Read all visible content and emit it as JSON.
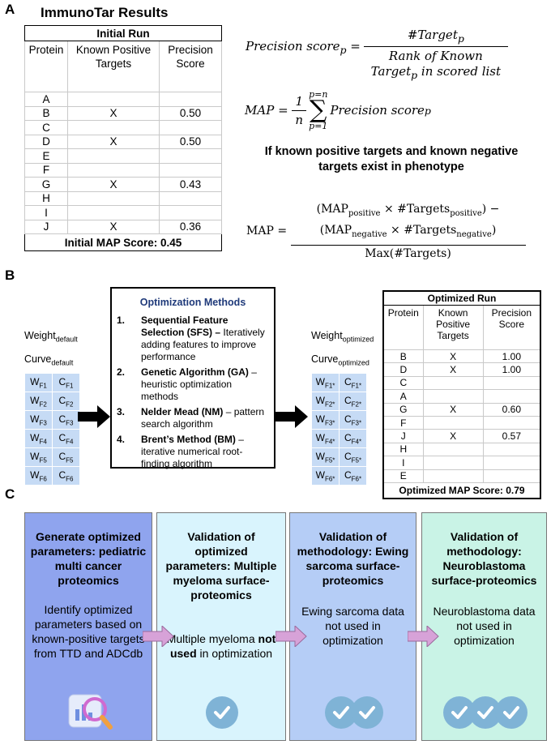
{
  "panel_letters": {
    "a": "A",
    "b": "B",
    "c": "C"
  },
  "panelA": {
    "title": "ImmunoTar Results",
    "table_title": "Initial Run",
    "headers": [
      "Protein",
      "Known Positive Targets",
      "Precision Score"
    ],
    "rows": [
      [
        "A",
        "",
        ""
      ],
      [
        "B",
        "X",
        "0.50"
      ],
      [
        "C",
        "",
        ""
      ],
      [
        "D",
        "X",
        "0.50"
      ],
      [
        "E",
        "",
        ""
      ],
      [
        "F",
        "",
        ""
      ],
      [
        "G",
        "X",
        "0.43"
      ],
      [
        "H",
        "",
        ""
      ],
      [
        "I",
        "",
        ""
      ],
      [
        "J",
        "X",
        "0.36"
      ]
    ],
    "footer": "Initial MAP Score: 0.45",
    "formulas": {
      "precision_lhs": "Precision score",
      "precision_sub": "p",
      "precision_num": "#Target",
      "precision_num_sub": "p",
      "precision_den1": "Rank of Known",
      "precision_den2": "Target",
      "precision_den2_sub": "p",
      "precision_den3": "in scored list",
      "map_lhs": "MAP",
      "map_frac_num": "1",
      "map_frac_den": "n",
      "map_sum_top": "p=n",
      "map_sum_bot": "p=1",
      "map_term": "Precision score",
      "map_term_sub": "p",
      "condition": "If known positive targets and known negative targets exist in phenotype",
      "map2_lhs": "MAP",
      "map2_num_line1": "(MAP",
      "map2_pos_sub": "positive",
      "map2_times1": "× #Targets",
      "map2_pos_sub2": "positive",
      "map2_line1_end": ") −",
      "map2_num_line2": "(MAP",
      "map2_neg_sub": "negative",
      "map2_times2": "× #Targets",
      "map2_neg_sub2": "negative",
      "map2_line2_end": ")",
      "map2_den": "Max(#Targets)"
    }
  },
  "panelB": {
    "weight_default": "Weight",
    "weight_default_sub": "default",
    "curve_default": "Curve",
    "curve_default_sub": "default",
    "weights_default": [
      [
        "W",
        "F1",
        "C",
        "F1"
      ],
      [
        "W",
        "F2",
        "C",
        "F2"
      ],
      [
        "W",
        "F3",
        "C",
        "F3"
      ],
      [
        "W",
        "F4",
        "C",
        "F4"
      ],
      [
        "W",
        "F5",
        "C",
        "F5"
      ],
      [
        "W",
        "F6",
        "C",
        "F6"
      ]
    ],
    "methods_title": "Optimization Methods",
    "methods": [
      {
        "n": "1.",
        "name": "Sequential Feature Selection (SFS) –",
        "desc": "Iteratively adding features to improve performance"
      },
      {
        "n": "2.",
        "name": "Genetic Algorithm (GA)",
        "desc": "– heuristic optimization methods"
      },
      {
        "n": "3.",
        "name": "Nelder Mead (NM)",
        "desc": "– pattern search algorithm"
      },
      {
        "n": "4.",
        "name": "Brent’s Method (BM)",
        "desc": "– iterative numerical root-finding algorithm"
      }
    ],
    "weight_opt": "Weight",
    "weight_opt_sub": "optimized",
    "curve_opt": "Curve",
    "curve_opt_sub": "optimized",
    "weights_opt": [
      [
        "W",
        "F1*",
        "C",
        "F1*"
      ],
      [
        "W",
        "F2*",
        "C",
        "F2*"
      ],
      [
        "W",
        "F3*",
        "C",
        "F3*"
      ],
      [
        "W",
        "F4*",
        "C",
        "F4*"
      ],
      [
        "W",
        "F5*",
        "C",
        "F5*"
      ],
      [
        "W",
        "F6*",
        "C",
        "F6*"
      ]
    ],
    "table_title": "Optimized Run",
    "headers": [
      "Protein",
      "Known Positive Targets",
      "Precision Score"
    ],
    "rows": [
      [
        "B",
        "X",
        "1.00"
      ],
      [
        "D",
        "X",
        "1.00"
      ],
      [
        "C",
        "",
        ""
      ],
      [
        "A",
        "",
        ""
      ],
      [
        "G",
        "X",
        "0.60"
      ],
      [
        "F",
        "",
        ""
      ],
      [
        "J",
        "X",
        "0.57"
      ],
      [
        "H",
        "",
        ""
      ],
      [
        "I",
        "",
        ""
      ],
      [
        "E",
        "",
        ""
      ]
    ],
    "footer": "Optimized MAP Score: 0.79"
  },
  "panelC": {
    "boxes": [
      {
        "title": "Generate optimized parameters: pediatric multi cancer proteomics",
        "pre": "Identify optimized parameters based on known-positive targets from TTD and ADCdb",
        "bold": "",
        "post": "",
        "checks": 0,
        "color": "#8fa4ee"
      },
      {
        "title": "Validation of optimized parameters: Multiple myeloma surface-proteomics",
        "pre": "Multiple myeloma ",
        "bold": "not used",
        "post": " in optimization",
        "checks": 1,
        "color": "#d9f4fd"
      },
      {
        "title": "Validation of methodology: Ewing sarcoma surface-proteomics",
        "pre": "Ewing sarcoma data not used in optimization",
        "bold": "",
        "post": "",
        "checks": 2,
        "color": "#b5cdf6"
      },
      {
        "title": "Validation of methodology: Neuroblastoma surface-proteomics",
        "pre": "Neuroblastoma data not used in optimization",
        "bold": "",
        "post": "",
        "checks": 3,
        "color": "#c9f3e6"
      }
    ]
  }
}
